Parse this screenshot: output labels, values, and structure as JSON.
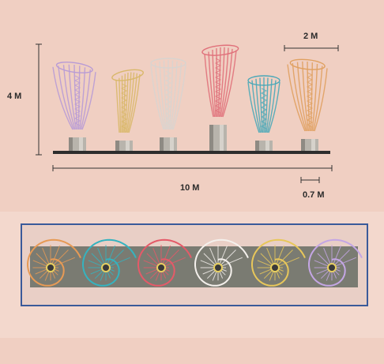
{
  "dimensions": {
    "height_label": "4 M",
    "width_label": "10 M",
    "spacing_label": "2 M",
    "base_label": "0.7 M"
  },
  "colors": {
    "background_top": "#f0cfc2",
    "background_bottom": "#f3d8cd",
    "plan_frame": "#3a5a9a",
    "plan_bar": "#7a7b72",
    "base_metal": "#b8b4ac",
    "base_line": "#2d2d2d",
    "sculptures": [
      "#b89bd6",
      "#d9b86a",
      "#d8d4d0",
      "#e0707a",
      "#4aa8b8",
      "#e0a060"
    ]
  },
  "elevation": {
    "sculptures": [
      {
        "name": "lavender",
        "color": "#b89bd6"
      },
      {
        "name": "gold",
        "color": "#d9b86a"
      },
      {
        "name": "silver",
        "color": "#d8d4d0"
      },
      {
        "name": "coral",
        "color": "#e0707a"
      },
      {
        "name": "teal",
        "color": "#4aa8b8"
      },
      {
        "name": "orange",
        "color": "#e0a060"
      }
    ]
  },
  "plan": {
    "spirals": [
      {
        "name": "orange",
        "color": "#e79a55"
      },
      {
        "name": "teal",
        "color": "#35b3bf"
      },
      {
        "name": "coral",
        "color": "#e55a68"
      },
      {
        "name": "white",
        "color": "#f4f0ec"
      },
      {
        "name": "gold",
        "color": "#e8c75a"
      },
      {
        "name": "lavender",
        "color": "#c4a6e4"
      }
    ]
  }
}
